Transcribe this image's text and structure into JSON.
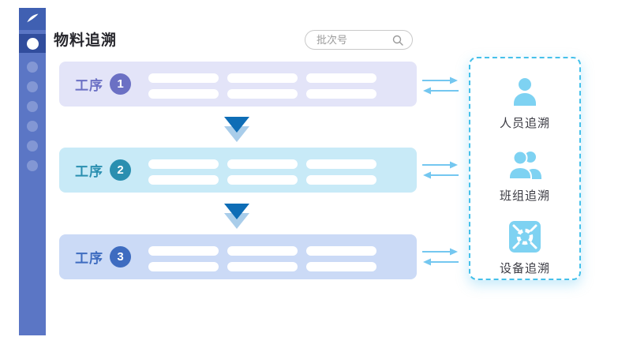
{
  "app": {
    "title": "物料追溯"
  },
  "sidebar": {
    "logo_icon": "swoosh-logo",
    "active_item_icon": "white-dot",
    "inactive_dot_count": 6
  },
  "search": {
    "placeholder": "批次号",
    "icon": "search-icon"
  },
  "processes": [
    {
      "label": "工序",
      "number": "1",
      "bg": "#e3e4f8",
      "accent": "#6b70c4",
      "placeholder_bars": 6
    },
    {
      "label": "工序",
      "number": "2",
      "bg": "#c8eaf7",
      "accent": "#2a8fb0",
      "placeholder_bars": 6
    },
    {
      "label": "工序",
      "number": "3",
      "bg": "#cbdaf6",
      "accent": "#3e6cc0",
      "placeholder_bars": 6
    }
  ],
  "flow": {
    "down_arrow_count": 2,
    "link_arrow_pairs": 3,
    "arrow_dark": "#0e6db6",
    "arrow_light": "#a9cdea",
    "link_arrow_color": "#74c7f0"
  },
  "trace_panel": {
    "border_color": "#45c0ea",
    "icon_color": "#7ed2f2",
    "items": [
      {
        "label": "人员追溯",
        "icon": "person-icon"
      },
      {
        "label": "班组追溯",
        "icon": "group-icon"
      },
      {
        "label": "设备追溯",
        "icon": "equipment-icon"
      }
    ]
  },
  "colors": {
    "sidebar": "#5b76c5",
    "sidebar_logo_bg": "#4060b2",
    "sidebar_active_bg": "#314d9d",
    "title_text": "#26262c"
  }
}
